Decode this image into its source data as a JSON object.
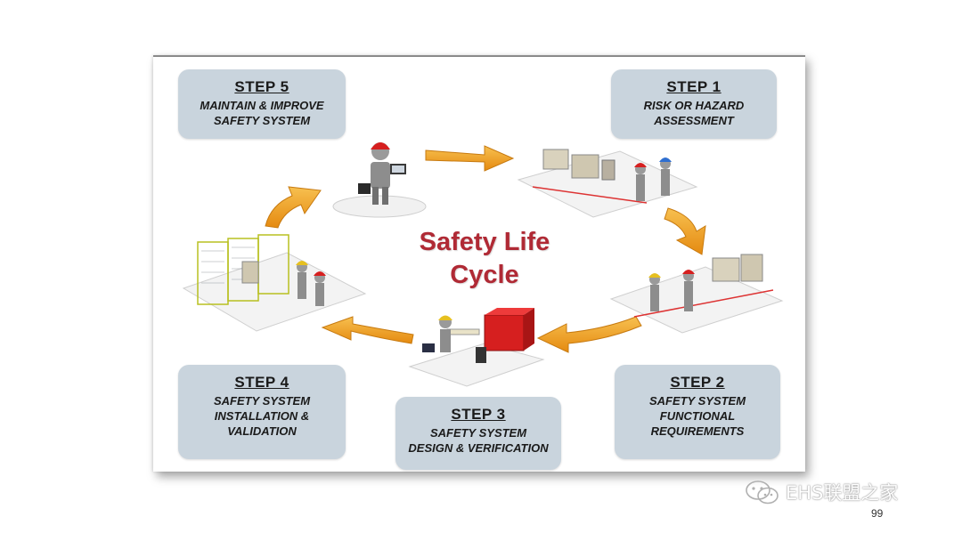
{
  "diagram": {
    "center_title": "Safety Life\nCycle",
    "steps": [
      {
        "heading": "STEP 1",
        "description": "RISK OR HAZARD\nASSESSMENT"
      },
      {
        "heading": "STEP 2",
        "description": "SAFETY SYSTEM\nFUNCTIONAL\nREQUIREMENTS"
      },
      {
        "heading": "STEP 3",
        "description": "SAFETY SYSTEM\nDESIGN & VERIFICATION"
      },
      {
        "heading": "STEP 4",
        "description": "SAFETY SYSTEM\nINSTALLATION &\nVALIDATION"
      },
      {
        "heading": "STEP 5",
        "description": "MAINTAIN & IMPROVE\nSAFETY SYSTEM"
      }
    ],
    "arrow_color": "#f0a020",
    "title_color": "#b02a35",
    "box_color": "#c9d4dd"
  },
  "watermark": {
    "text": "EHS联盟之家",
    "icon": "wechat-icon"
  },
  "page_number": "99"
}
